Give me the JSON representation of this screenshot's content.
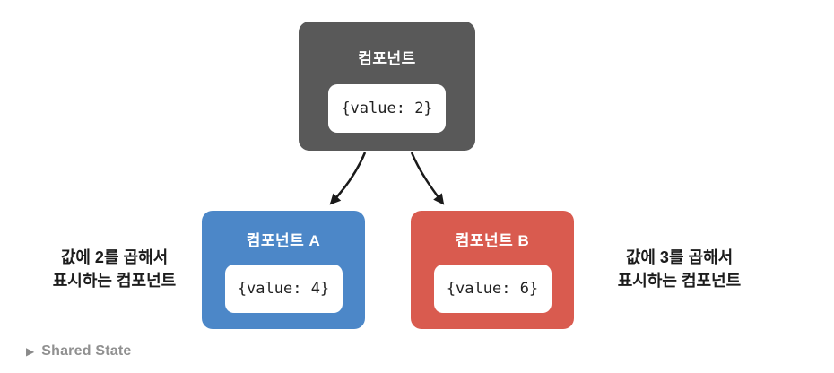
{
  "diagram": {
    "parent": {
      "title": "컴포넌트",
      "value": "{value: 2}"
    },
    "child_a": {
      "title": "컴포넌트 A",
      "value": "{value: 4}"
    },
    "child_b": {
      "title": "컴포넌트 B",
      "value": "{value: 6}"
    },
    "label_left": {
      "line1": "값에 2를 곱해서",
      "line2": "표시하는 컴포넌트"
    },
    "label_right": {
      "line1": "값에 3를 곱해서",
      "line2": "표시하는 컴포넌트"
    },
    "colors": {
      "parent_box": "#595959",
      "child_a_box": "#4c87c8",
      "child_b_box": "#d95b4f",
      "value_chip": "#ffffff",
      "arrow": "#1a1a1a",
      "label_text": "#1c1c1c",
      "footer_text": "#909090"
    }
  },
  "footer": {
    "disclosure_icon": "▶",
    "disclosure_label": "Shared State"
  }
}
